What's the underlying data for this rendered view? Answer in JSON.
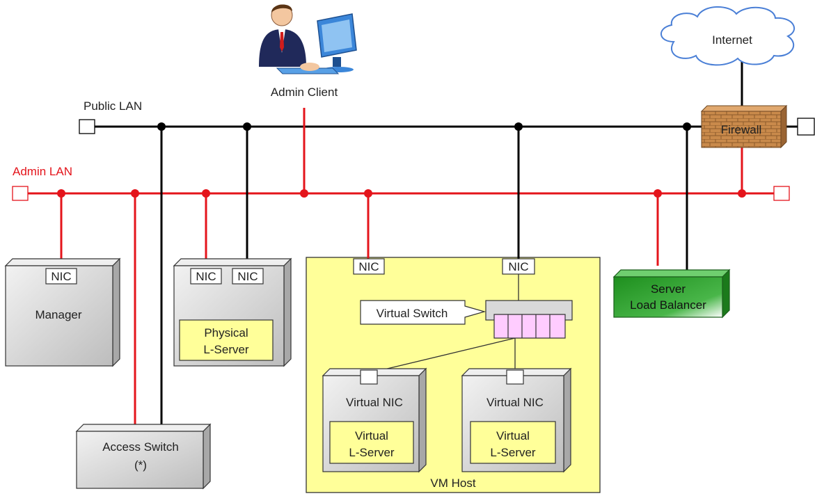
{
  "labels": {
    "public_lan": "Public LAN",
    "admin_lan": "Admin LAN",
    "admin_client": "Admin Client",
    "internet": "Internet",
    "firewall": "Firewall",
    "manager": "Manager",
    "nic": "NIC",
    "physical_lserver_line1": "Physical",
    "physical_lserver_line2": "L-Server",
    "vm_nic": "NIC",
    "virtual_switch": "Virtual Switch",
    "virtual_nic": "Virtual NIC",
    "virtual_lserver_line1": "Virtual",
    "virtual_lserver_line2": "L-Server",
    "vm_host": "VM Host",
    "slb_line1": "Server",
    "slb_line2": "Load Balancer",
    "access_switch_line1": "Access Switch",
    "access_switch_line2": "(*)"
  },
  "colors": {
    "public_lan_line": "#000000",
    "admin_lan_line": "#e4141b",
    "vm_host_fill": "#ffff99",
    "lserver_fill": "#ffff99",
    "server_box_fill": "#d9d9d9",
    "slb_fill": "#2ea62e",
    "firewall_fill": "#c8894a",
    "internet_cloud_fill": "#ffffff",
    "internet_cloud_stroke": "#4a7fd6",
    "vswitch_port_fill": "#ffccff"
  }
}
